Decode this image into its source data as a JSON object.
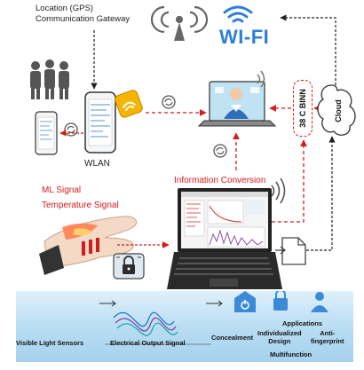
{
  "gateway": {
    "line1": "Location (GPS)",
    "line2": "Communication Gateway"
  },
  "wifi": {
    "label": "WI-FI"
  },
  "wlan": {
    "label": "WLAN"
  },
  "neural": {
    "label": "38 C BINN"
  },
  "cloud": {
    "label": "Cloud"
  },
  "conversion": {
    "label": "Information Conversion"
  },
  "signals": {
    "ml": "ML Signal",
    "temperature": "Temperature Signal"
  },
  "bottom": {
    "visible_light": "Visible Light Sensors",
    "electrical": "Electrical Output Signal",
    "concealment": "Concealment",
    "individualized_1": "Individualized",
    "individualized_2": "Design",
    "applications": "Applications",
    "anti_1": "Anti-",
    "anti_2": "fingerprint",
    "multifunction": "Multifunction"
  },
  "colors": {
    "signal_red": "#d81b1b",
    "wifi_blue": "#2e7fd8",
    "band_blue": "#b7dcf2",
    "cloud_stroke": "#333333"
  }
}
